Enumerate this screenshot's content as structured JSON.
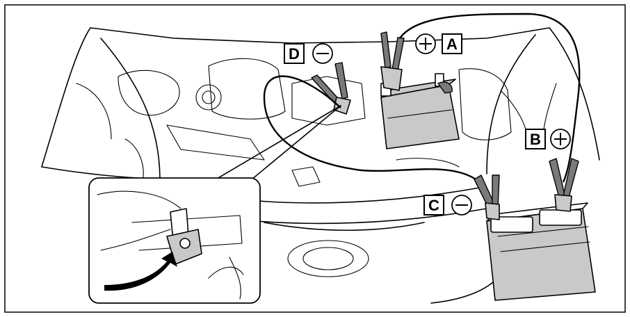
{
  "colors": {
    "frame": "#000000",
    "background": "#ffffff",
    "battery_gray": "#c9c9c9",
    "clamp_gray": "#7a7a7a"
  },
  "callouts": {
    "a": {
      "label": "A",
      "symbol": "plus-circle-icon"
    },
    "b": {
      "label": "B",
      "symbol": "plus-circle-icon"
    },
    "c": {
      "label": "C",
      "symbol": "minus-circle-icon"
    },
    "d": {
      "label": "D",
      "symbol": "minus-circle-icon"
    }
  }
}
